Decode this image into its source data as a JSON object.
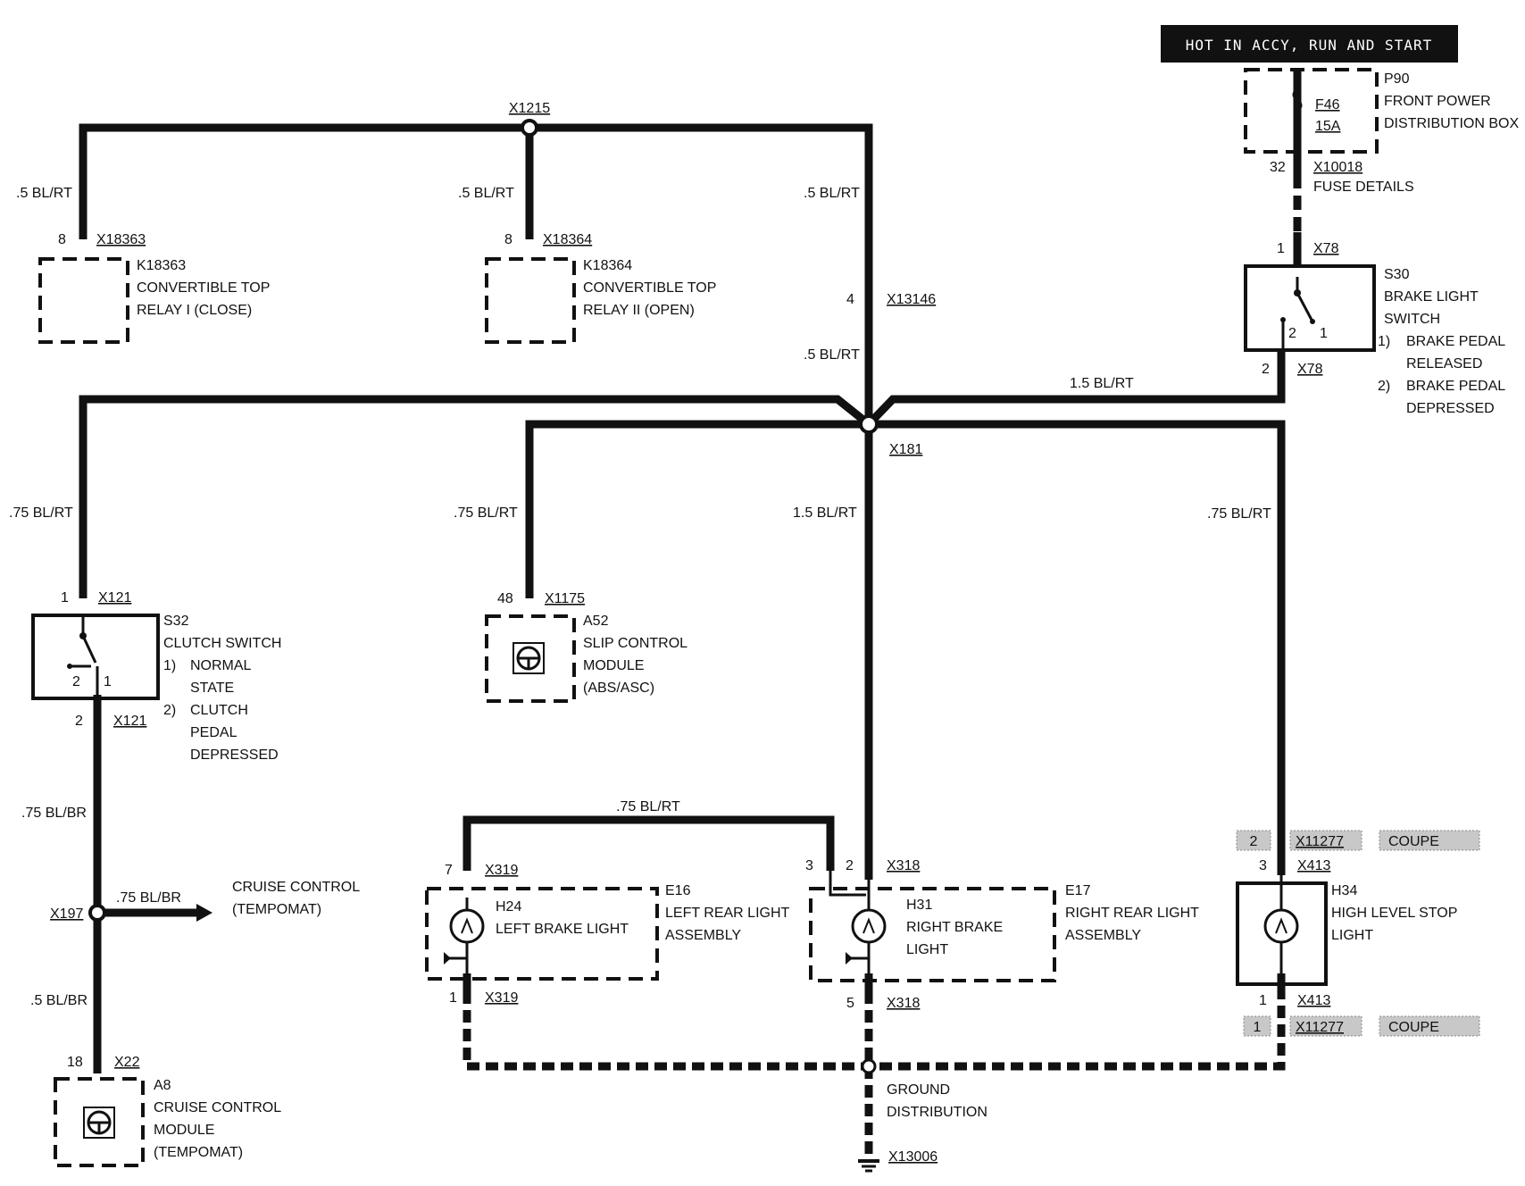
{
  "header": {
    "label": "HOT IN ACCY, RUN AND START"
  },
  "power_box": {
    "ref": "P90",
    "name_line1": "FRONT POWER",
    "name_line2": "DISTRIBUTION BOX",
    "fuse_ref": "F46",
    "fuse_rating": "15A",
    "pin": "32",
    "connector": "X10018",
    "connector_note": "FUSE DETAILS"
  },
  "splices": {
    "top": "X1215",
    "center": "X181",
    "cruise": "X197",
    "ground": "X13006"
  },
  "relay_close": {
    "ref": "K18363",
    "line1": "CONVERTIBLE TOP",
    "line2": "RELAY I (CLOSE)",
    "pin": "8",
    "connector": "X18363",
    "wire": ".5 BL/RT"
  },
  "relay_open": {
    "ref": "K18364",
    "line1": "CONVERTIBLE TOP",
    "line2": "RELAY II (OPEN)",
    "pin": "8",
    "connector": "X18364",
    "wire": ".5 BL/RT"
  },
  "trunk": {
    "wire_top": ".5 BL/RT",
    "pin": "4",
    "connector": "X13146",
    "wire_bottom": ".5 BL/RT"
  },
  "brake_switch": {
    "ref": "S30",
    "line1": "BRAKE LIGHT",
    "line2": "SWITCH",
    "state1_num": "1)",
    "state1_a": "BRAKE PEDAL",
    "state1_b": "RELEASED",
    "state2_num": "2)",
    "state2_a": "BRAKE PEDAL",
    "state2_b": "DEPRESSED",
    "pin_in": "1",
    "conn_in": "X78",
    "pin_out": "2",
    "conn_out": "X78",
    "contact2": "2",
    "contact1": "1",
    "wire_out": "1.5 BL/RT"
  },
  "clutch_switch": {
    "ref": "S32",
    "line1": "CLUTCH SWITCH",
    "s1_num": "1)",
    "s1_a": "NORMAL",
    "s1_b": "STATE",
    "s2_num": "2)",
    "s2_a": "CLUTCH",
    "s2_b": "PEDAL",
    "s2_c": "DEPRESSED",
    "pin_in": "1",
    "conn_in": "X121",
    "pin_out": "2",
    "conn_out": "X121",
    "contact2": "2",
    "contact1": "1",
    "wire_in": ".75 BL/RT",
    "wire_out": ".75 BL/BR"
  },
  "cruise_branch": {
    "wire": ".75 BL/BR",
    "dest_line1": "CRUISE CONTROL",
    "dest_line2": "(TEMPOMAT)",
    "wire_down": ".5 BL/BR"
  },
  "cruise_module": {
    "ref": "A8",
    "line1": "CRUISE CONTROL",
    "line2": "MODULE",
    "line3": "(TEMPOMAT)",
    "pin": "18",
    "connector": "X22"
  },
  "slip_module": {
    "ref": "A52",
    "line1": "SLIP CONTROL",
    "line2": "MODULE",
    "line3": "(ABS/ASC)",
    "pin": "48",
    "connector": "X1175",
    "wire": ".75 BL/RT"
  },
  "left_light": {
    "assembly_ref": "E16",
    "assembly_line1": "LEFT REAR LIGHT",
    "assembly_line2": "ASSEMBLY",
    "lamp_ref": "H24",
    "lamp_name": "LEFT BRAKE LIGHT",
    "pin_in": "7",
    "conn_in": "X319",
    "pin_out": "1",
    "conn_out": "X319"
  },
  "right_light": {
    "assembly_ref": "E17",
    "assembly_line1": "RIGHT REAR LIGHT",
    "assembly_line2": "ASSEMBLY",
    "lamp_ref": "H31",
    "lamp_line1": "RIGHT BRAKE",
    "lamp_line2": "LIGHT",
    "pin_a": "3",
    "pin_b": "2",
    "conn_in": "X318",
    "pin_out": "5",
    "conn_out": "X318",
    "wire_in": "1.5 BL/RT",
    "jumper_wire": ".75 BL/RT"
  },
  "high_stop": {
    "ref": "H34",
    "line1": "HIGH LEVEL STOP",
    "line2": "LIGHT",
    "pin_in": "3",
    "conn_in": "X413",
    "pin_out": "1",
    "conn_out": "X413",
    "wire": ".75 BL/RT",
    "coupe_top_pin": "2",
    "coupe_top_conn": "X11277",
    "coupe_top_label": "COUPE",
    "coupe_bot_pin": "1",
    "coupe_bot_conn": "X11277",
    "coupe_bot_label": "COUPE"
  },
  "ground": {
    "line1": "GROUND",
    "line2": "DISTRIBUTION"
  }
}
